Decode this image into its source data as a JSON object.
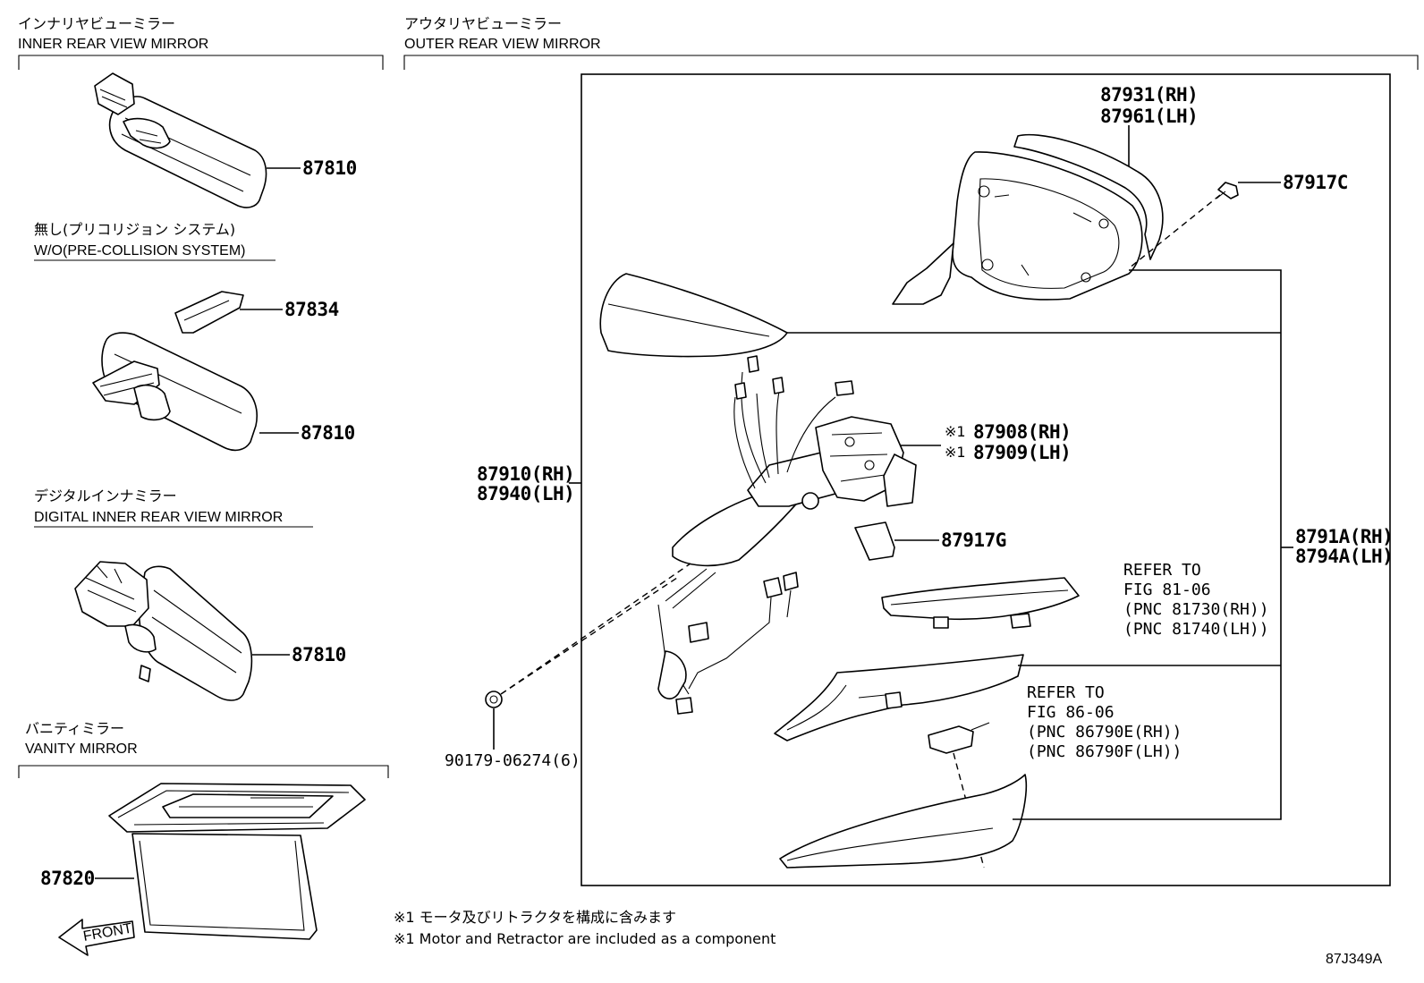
{
  "sections": {
    "inner_jp": "インナリヤビューミラー",
    "inner_en": "INNER REAR VIEW MIRROR",
    "outer_jp": "アウタリヤビューミラー",
    "outer_en": "OUTER REAR VIEW MIRROR",
    "wo_pcs_jp": "無し(プリコリジョン システム)",
    "wo_pcs_en": "W/O(PRE-COLLISION SYSTEM)",
    "digital_jp": "デジタルインナミラー",
    "digital_en": "DIGITAL INNER REAR VIEW MIRROR",
    "vanity_jp": "バニティミラー",
    "vanity_en": "VANITY MIRROR"
  },
  "parts": {
    "p87810_a": "87810",
    "p87834": "87834",
    "p87810_b": "87810",
    "p87810_c": "87810",
    "p87820": "87820",
    "p87931": "87931(RH)",
    "p87961": "87961(LH)",
    "p87917c": "87917C",
    "p87908": "87908(RH)",
    "p87909": "87909(LH)",
    "mark1": "※1",
    "mark2": "※1",
    "p87910": "87910(RH)",
    "p87940": "87940(LH)",
    "p87917g": "87917G",
    "p8791a": "8791A(RH)",
    "p8794a": "8794A(LH)",
    "p90179": "90179-06274(6)"
  },
  "refs": {
    "ref1_l1": "REFER TO",
    "ref1_l2": "FIG 81-06",
    "ref1_l3": "(PNC 81730(RH))",
    "ref1_l4": "(PNC 81740(LH))",
    "ref2_l1": "REFER TO",
    "ref2_l2": "FIG 86-06",
    "ref2_l3": "(PNC 86790E(RH))",
    "ref2_l4": "(PNC 86790F(LH))"
  },
  "notes": {
    "front": "FRONT",
    "note_jp": "※1 モータ及びリトラクタを構成に含みます",
    "note_en": "※1 Motor and Retractor are included as a component",
    "figure_id": "87J349A"
  },
  "icons": [
    "front-arrow-icon"
  ]
}
